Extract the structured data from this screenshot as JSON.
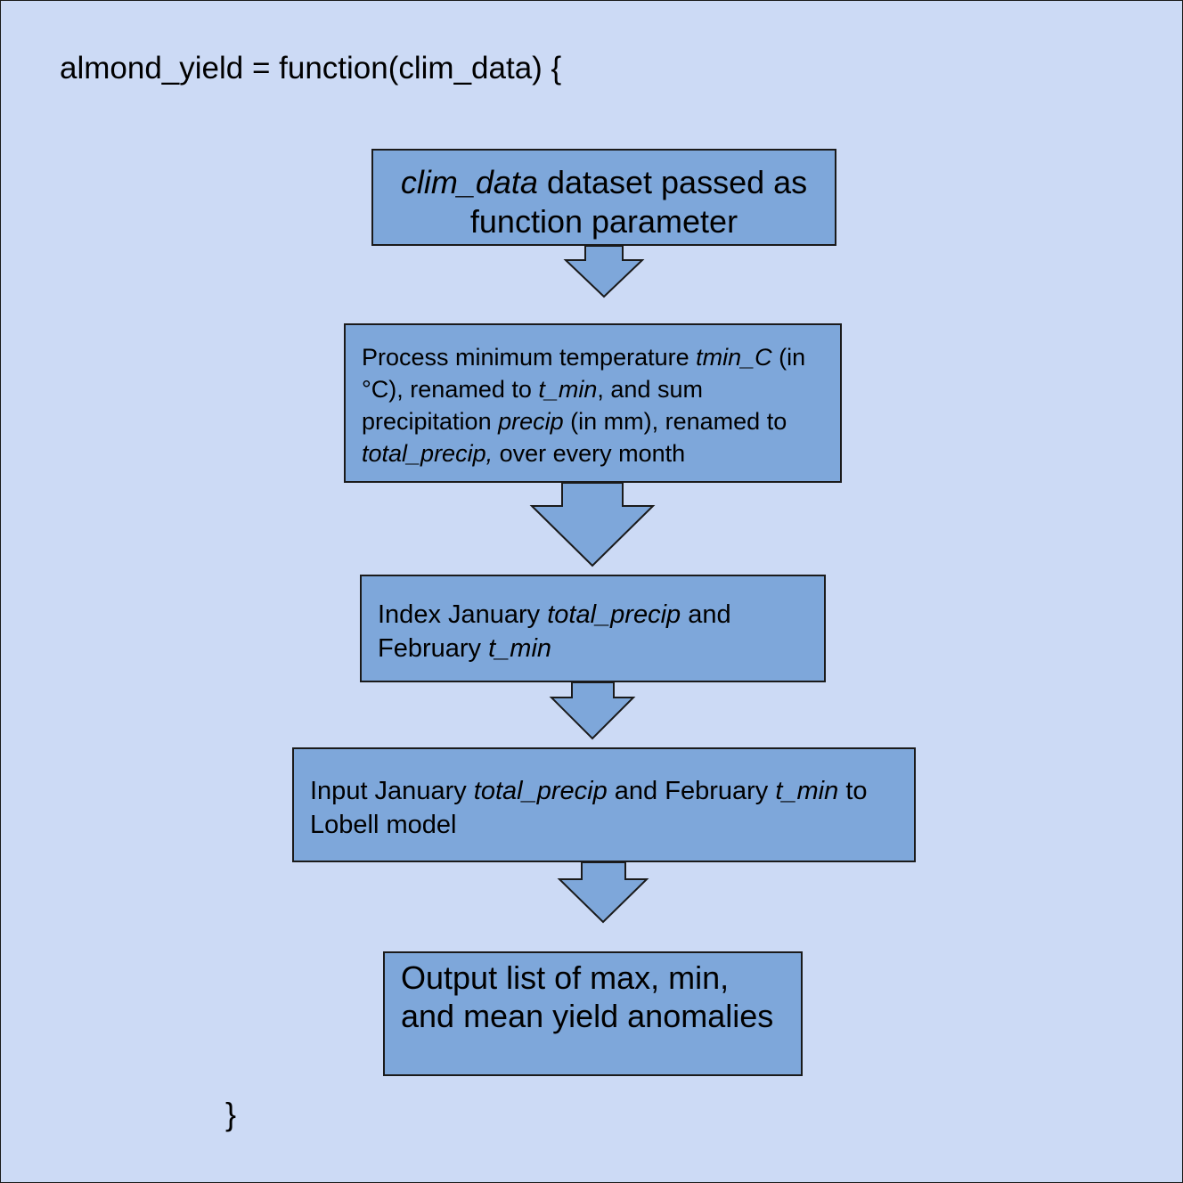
{
  "function_header": "almond_yield = function(clim_data) {",
  "closing_brace": "}",
  "steps": [
    {
      "segments": [
        {
          "text": "clim_data",
          "italic": true
        },
        {
          "text": " dataset passed as function parameter",
          "italic": false
        }
      ]
    },
    {
      "segments": [
        {
          "text": "Process minimum temperature ",
          "italic": false
        },
        {
          "text": "tmin_C",
          "italic": true
        },
        {
          "text": " (in °C), renamed to ",
          "italic": false
        },
        {
          "text": "t_min",
          "italic": true
        },
        {
          "text": ", and sum precipitation ",
          "italic": false
        },
        {
          "text": "precip",
          "italic": true
        },
        {
          "text": " (in mm), renamed to ",
          "italic": false
        },
        {
          "text": "total_precip,",
          "italic": true
        },
        {
          "text": " over every month",
          "italic": false
        }
      ]
    },
    {
      "segments": [
        {
          "text": "Index January ",
          "italic": false
        },
        {
          "text": "total_precip",
          "italic": true
        },
        {
          "text": " and February ",
          "italic": false
        },
        {
          "text": "t_min",
          "italic": true
        }
      ]
    },
    {
      "segments": [
        {
          "text": "Input January ",
          "italic": false
        },
        {
          "text": "total_precip",
          "italic": true
        },
        {
          "text": " and February ",
          "italic": false
        },
        {
          "text": "t_min",
          "italic": true
        },
        {
          "text": " to Lobell model",
          "italic": false
        }
      ]
    },
    {
      "segments": [
        {
          "text": "Output list of max, min, and mean yield anomalies",
          "italic": false
        }
      ]
    }
  ],
  "colors": {
    "background": "#ccdaf5",
    "box_fill": "#7ea7da",
    "border": "#1a1a1a"
  }
}
